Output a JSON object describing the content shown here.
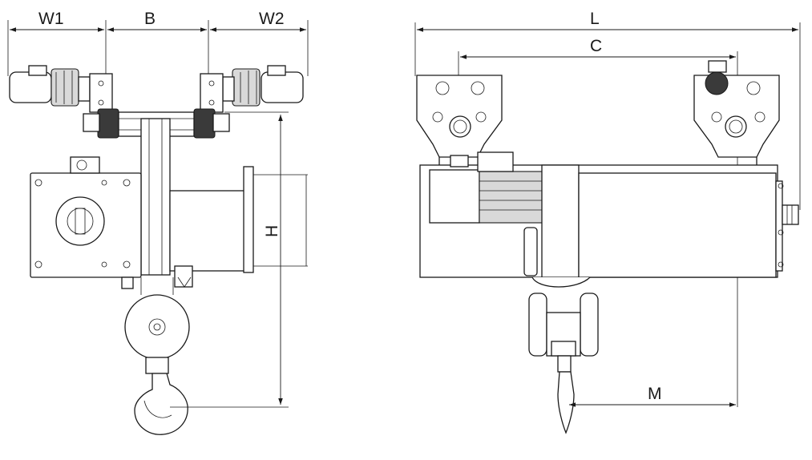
{
  "labels": {
    "w1": "W1",
    "b": "B",
    "w2": "W2",
    "h": "H",
    "l": "L",
    "c": "C",
    "m": "M"
  }
}
